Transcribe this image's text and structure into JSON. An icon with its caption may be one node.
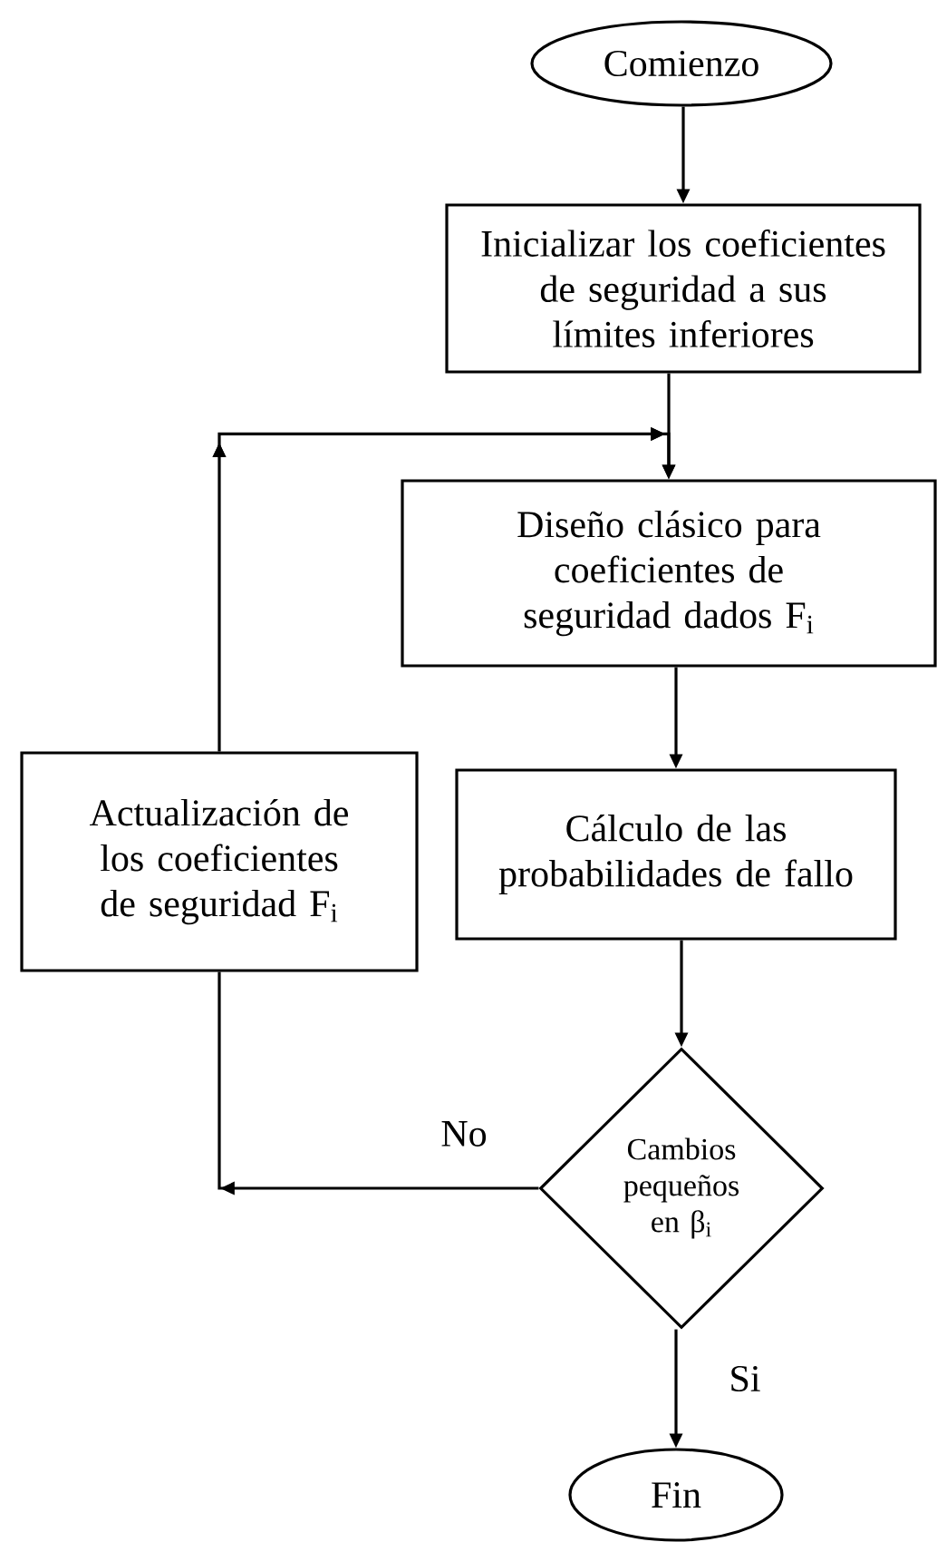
{
  "diagram": {
    "nodes": [
      {
        "text": [
          "Comienzo"
        ]
      },
      {
        "text": [
          "Inicializar los coeficientes de seguridad a sus límites inferiores"
        ]
      },
      {
        "text": [
          "Diseño clásico para coeficientes de seguridad dados F$_{i}$"
        ]
      },
      {
        "text": [
          "Actualización de los coeficientes de seguridad F$_{i}$"
        ]
      },
      {
        "text": [
          "Cálculo de las probabilidades de fallo"
        ]
      },
      {
        "text": [
          "Cambios pequeños en β$_{i}$"
        ]
      },
      {
        "text": [
          "Fin"
        ]
      }
    ],
    "edges": [
      {
        "from": 0,
        "to": 1,
        "arrow": "to"
      },
      {
        "from": 1,
        "to": 2,
        "arrow": "to"
      },
      {
        "from": 2,
        "to": 4,
        "arrow": "to"
      },
      {
        "from": 4,
        "to": 5,
        "arrow": "to"
      },
      {
        "from": 5,
        "to": 3,
        "arrow": "to",
        "label": "No"
      },
      {
        "from": 3,
        "to": 2,
        "arrow": "to"
      },
      {
        "from": 5,
        "to": 6,
        "arrow": "to",
        "label": "Si"
      }
    ]
  }
}
